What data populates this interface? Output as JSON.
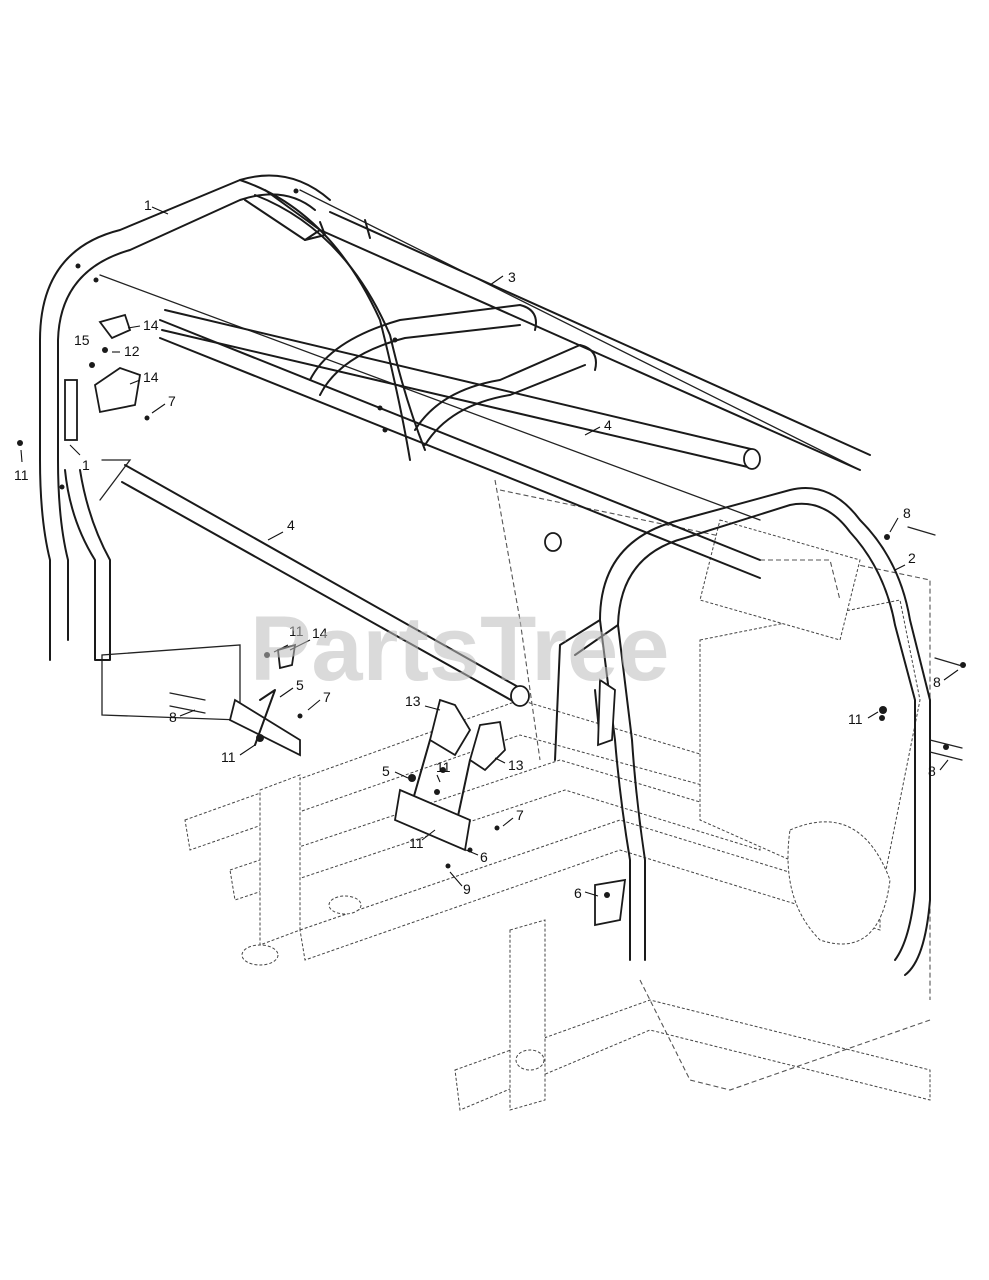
{
  "diagram": {
    "watermark": "PartsTree",
    "callouts": [
      {
        "id": "c1a",
        "label": "1"
      },
      {
        "id": "c1b",
        "label": "1"
      },
      {
        "id": "c2",
        "label": "2"
      },
      {
        "id": "c3",
        "label": "3"
      },
      {
        "id": "c4a",
        "label": "4"
      },
      {
        "id": "c4b",
        "label": "4"
      },
      {
        "id": "c5a",
        "label": "5"
      },
      {
        "id": "c5b",
        "label": "5"
      },
      {
        "id": "c6a",
        "label": "6"
      },
      {
        "id": "c6b",
        "label": "6"
      },
      {
        "id": "c7a",
        "label": "7"
      },
      {
        "id": "c7b",
        "label": "7"
      },
      {
        "id": "c7c",
        "label": "7"
      },
      {
        "id": "c8a",
        "label": "8"
      },
      {
        "id": "c8b",
        "label": "8"
      },
      {
        "id": "c8c",
        "label": "8"
      },
      {
        "id": "c8d",
        "label": "8"
      },
      {
        "id": "c9",
        "label": "9"
      },
      {
        "id": "c11a",
        "label": "11"
      },
      {
        "id": "c11b",
        "label": "11"
      },
      {
        "id": "c11c",
        "label": "11"
      },
      {
        "id": "c11d",
        "label": "11"
      },
      {
        "id": "c11e",
        "label": "11"
      },
      {
        "id": "c11f",
        "label": "11"
      },
      {
        "id": "c12",
        "label": "12"
      },
      {
        "id": "c13a",
        "label": "13"
      },
      {
        "id": "c13b",
        "label": "13"
      },
      {
        "id": "c14a",
        "label": "14"
      },
      {
        "id": "c14b",
        "label": "14"
      },
      {
        "id": "c14c",
        "label": "14"
      },
      {
        "id": "c15",
        "label": "15"
      }
    ]
  }
}
